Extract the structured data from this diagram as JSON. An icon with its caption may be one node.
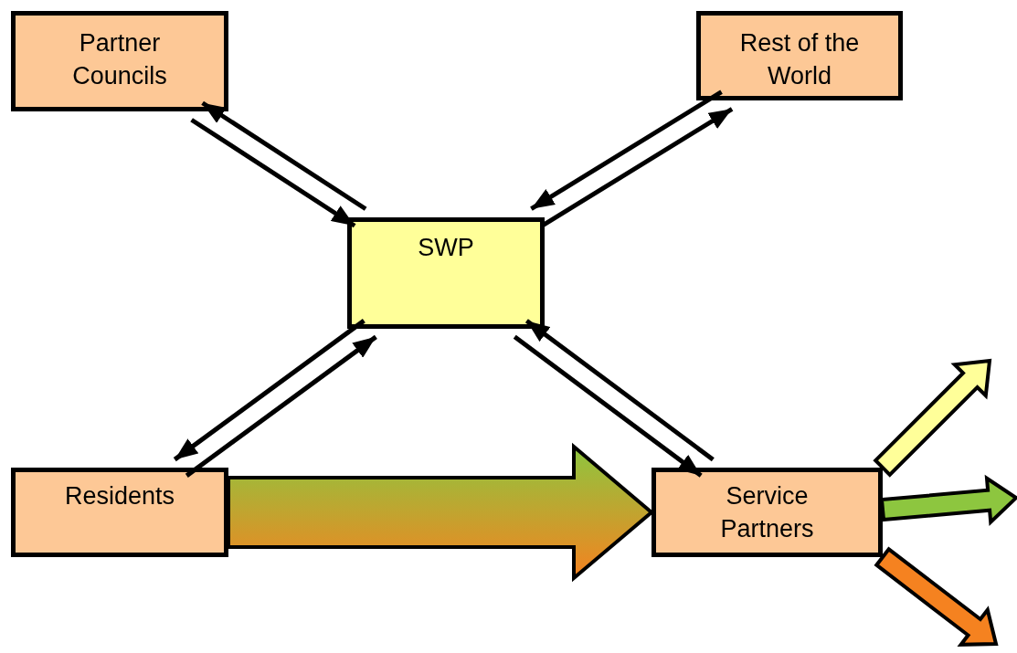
{
  "diagram": {
    "nodes": [
      {
        "text": [
          "Partner Councils"
        ]
      },
      {
        "text": [
          "Rest of the World"
        ]
      },
      {
        "text": [
          "SWP"
        ]
      },
      {
        "text": [
          "Residents"
        ]
      },
      {
        "text": [
          "Service Partners"
        ]
      }
    ],
    "edges": [
      {
        "from": 0,
        "to": 2,
        "arrow": "to"
      },
      {
        "from": 2,
        "to": 0,
        "arrow": "to"
      },
      {
        "from": 1,
        "to": 2,
        "arrow": "to"
      },
      {
        "from": 2,
        "to": 1,
        "arrow": "to"
      },
      {
        "from": 2,
        "to": 3,
        "arrow": "to"
      },
      {
        "from": 3,
        "to": 2,
        "arrow": "to"
      },
      {
        "from": 2,
        "to": 4,
        "arrow": "to"
      },
      {
        "from": 4,
        "to": 2,
        "arrow": "to"
      },
      {
        "from": 3,
        "to": 4,
        "arrow": "to",
        "style": "thick"
      },
      {
        "from": 4,
        "to": null,
        "arrow": "to",
        "style": "thick",
        "color": "#ffff99"
      },
      {
        "from": 4,
        "to": null,
        "arrow": "to",
        "style": "thick",
        "color": "#8dc63f"
      },
      {
        "from": 4,
        "to": null,
        "arrow": "to",
        "style": "thick",
        "color": "#f58220"
      }
    ]
  }
}
